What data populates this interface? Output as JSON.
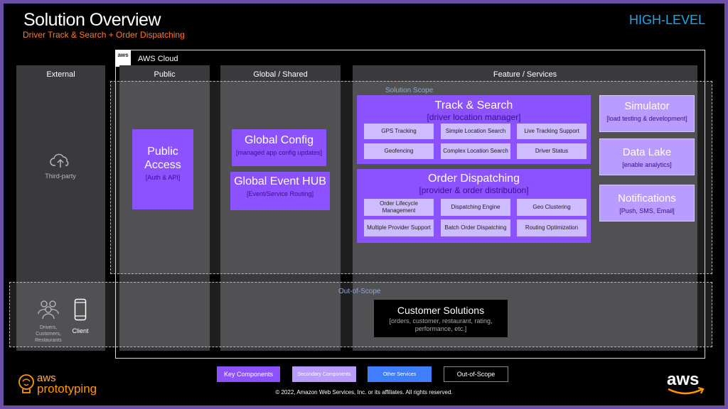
{
  "header": {
    "title": "Solution Overview",
    "subtitle": "Driver Track & Search + Order Dispatching",
    "level": "HIGH-LEVEL"
  },
  "cloud": {
    "label": "AWS Cloud",
    "badge": "aws"
  },
  "columns": {
    "external": "External",
    "public": "Public",
    "global": "Global / Shared",
    "feature": "Feature / Services"
  },
  "scope": {
    "solution": "Solution Scope",
    "out": "Out-of-Scope"
  },
  "external": {
    "third_party": "Third-party"
  },
  "public_access": {
    "title": "Public Access",
    "sub": "[Auth & API]"
  },
  "global_config": {
    "title": "Global Config",
    "sub": "[managed app config updates]"
  },
  "global_event": {
    "title": "Global Event HUB",
    "sub": "[Event/Service Routing]"
  },
  "track_search": {
    "title": "Track & Search",
    "sub": "[driver location manager]",
    "items": [
      "GPS Tracking",
      "Simple Location Search",
      "Live Tracking Support",
      "Geofencing",
      "Complex Location Search",
      "Driver Status"
    ]
  },
  "order_dispatch": {
    "title": "Order Dispatching",
    "sub": "[provider & order distribution]",
    "items": [
      "Order Lifecycle Management",
      "Dispatching Engine",
      "Geo Clustering",
      "Multiple Provider Support",
      "Batch Order Dispatching",
      "Routing Optimization"
    ]
  },
  "simulator": {
    "title": "Simulator",
    "sub": "[load testing & development]"
  },
  "data_lake": {
    "title": "Data Lake",
    "sub": "[enable analytics]"
  },
  "notifications": {
    "title": "Notifications",
    "sub": "[Push, SMS, Email]"
  },
  "customer": {
    "title": "Customer Solutions",
    "sub": "[orders, customer, restaurant, rating, performance, etc.]"
  },
  "actors": {
    "drivers": "Drivers, Customers, Restaurants",
    "client": "Client"
  },
  "legend": {
    "key": "Key Components",
    "secondary": "Secondary Components",
    "other": "Other Services",
    "out": "Out-of-Scope"
  },
  "footer": {
    "copyright": "© 2022, Amazon Web Services, Inc. or its affiliates. All rights reserved.",
    "proto_a": "aws",
    "proto_b": "prototyping",
    "aws_logo": "aws"
  },
  "colors": {
    "key": "#8c52ff",
    "secondary": "#b89cff",
    "other": "#3f7fff",
    "title_accent": "#ff7a2e",
    "level_accent": "#1ea7e8"
  }
}
